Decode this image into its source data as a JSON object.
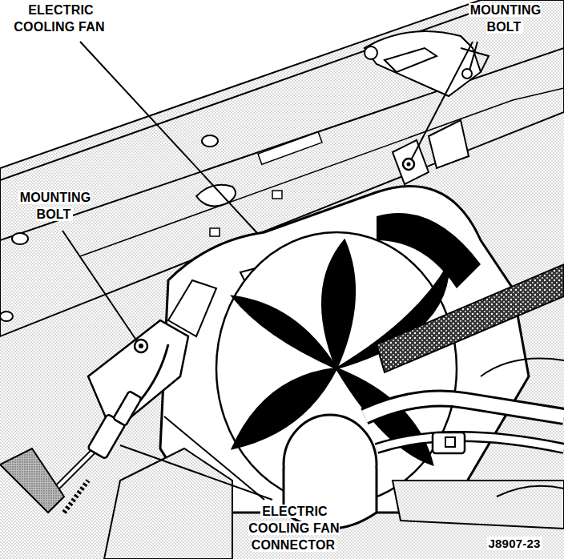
{
  "diagram": {
    "labels": [
      "ELECTRIC COOLING FAN",
      "MOUNTING BOLT",
      "MOUNTING BOLT",
      "ELECTRIC COOLING FAN CONNECTOR",
      "J8907-23"
    ]
  }
}
